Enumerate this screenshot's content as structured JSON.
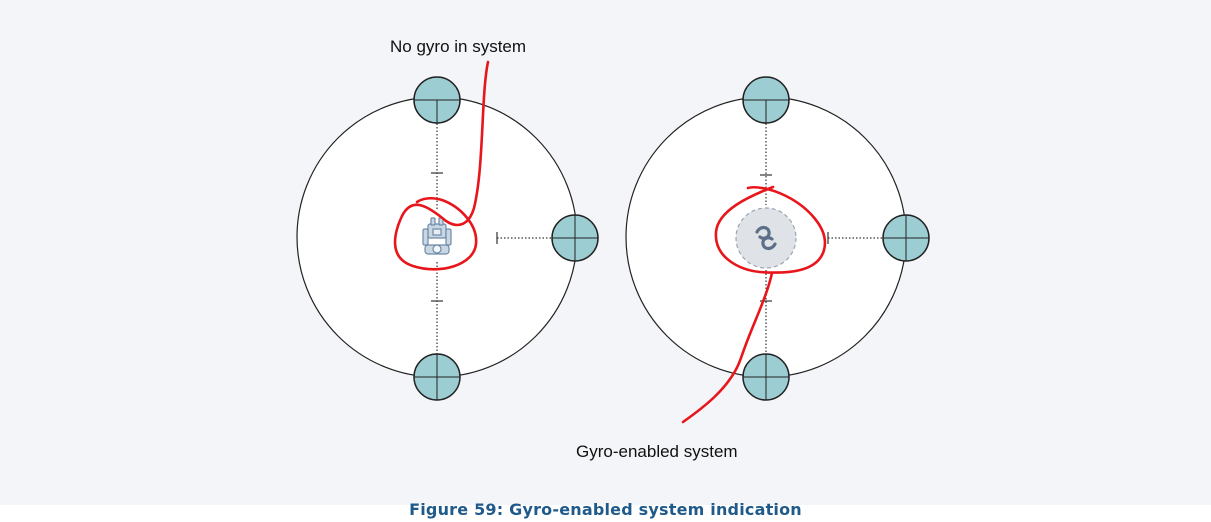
{
  "annotations": {
    "no_gyro": "No gyro in system",
    "gyro_enabled": "Gyro-enabled system"
  },
  "caption": "Figure 59:  Gyro-enabled system indication",
  "icons": {
    "left_center": "robot-device-icon",
    "right_center": "gyro-link-icon"
  },
  "colors": {
    "sensor_fill": "#9ccdd3",
    "highlight": "#e8151b",
    "caption": "#1f5a8a",
    "gyro_disk": "#dfe3e8"
  }
}
